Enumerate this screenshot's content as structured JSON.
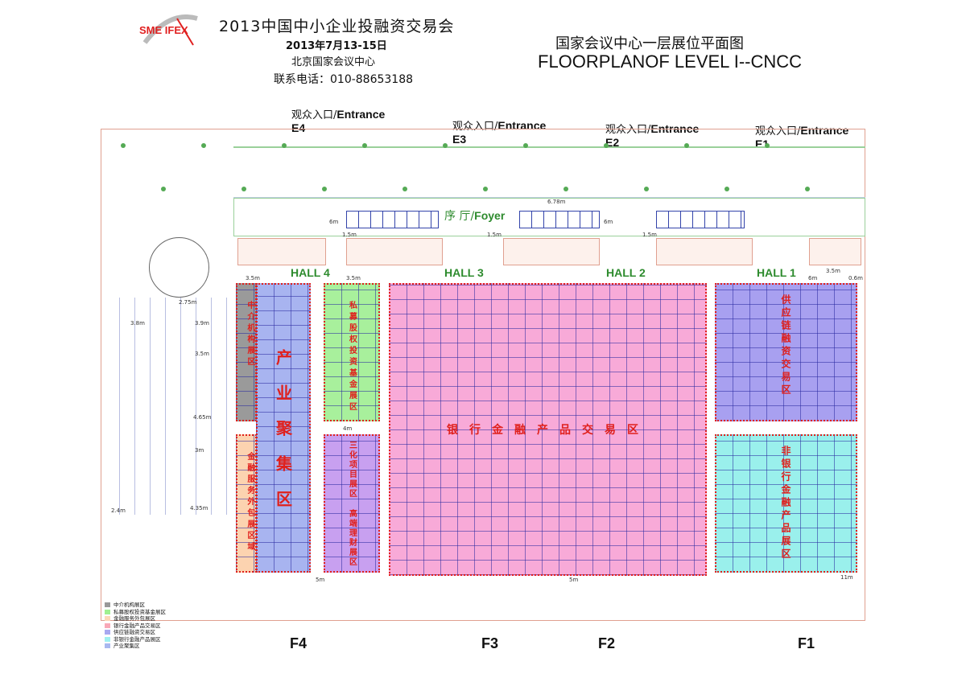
{
  "header": {
    "logo": "SME IFEX",
    "title": "2013中国中小企业投融资交易会",
    "date": "2013年7月13-15日",
    "venue": "北京国家会议中心",
    "phone": "联系电话：010-88653188"
  },
  "plan_title": {
    "cn": "国家会议中心一层展位平面图",
    "en": "FLOORPLANOF LEVEL I--CNCC"
  },
  "entrances": [
    {
      "cn": "观众入口/",
      "en": "Entrance",
      "code": "E4"
    },
    {
      "cn": "观众入口/",
      "en": "Entrance",
      "code": "E3"
    },
    {
      "cn": "观众入口/",
      "en": "Entrance",
      "code": "E2"
    },
    {
      "cn": "观众入口/",
      "en": "Entrance",
      "code": "E1"
    }
  ],
  "foyer": {
    "cn": "序 厅/",
    "en": "Foyer"
  },
  "halls": [
    "HALL 4",
    "HALL 3",
    "HALL 2",
    "HALL 1"
  ],
  "zones": {
    "intermediary": "中介机构展区",
    "industry": "产业聚集区",
    "private_equity": "私募股权投资基金展区",
    "outsourcing": "金融服务外包展区域",
    "sanhua": "三化项目展区",
    "wealth": "高端理财展区",
    "bank": "银行金融产品交易区",
    "supply_chain": "供应链融资交易区",
    "nonbank": "非银行金融产品展区"
  },
  "dimensions": [
    "6.78m",
    "6m",
    "6m",
    "1.5m",
    "1.5m",
    "1.5m",
    "3.5m",
    "3.5m",
    "6m",
    "3.5m",
    "4m",
    "5m",
    "5m",
    "11m",
    "0.6m",
    "2.75m",
    "3.8m",
    "3.9m",
    "3.5m",
    "4.65m",
    "2.4m",
    "4.35m",
    "3m"
  ],
  "floors": [
    "F4",
    "F3",
    "F2",
    "F1"
  ],
  "legend": [
    {
      "label": "中介机构展区",
      "color": "#999999"
    },
    {
      "label": "私募股权投资基金展区",
      "color": "#a0f090"
    },
    {
      "label": "金融服务外包展区",
      "color": "#fcd8b8"
    },
    {
      "label": "银行金融产品交易区",
      "color": "#f8a8b8"
    },
    {
      "label": "供应链融资交易区",
      "color": "#a8a8f0"
    },
    {
      "label": "非银行金融产品展区",
      "color": "#a0f0f0"
    },
    {
      "label": "产业聚集区",
      "color": "#a8b8f0"
    }
  ]
}
